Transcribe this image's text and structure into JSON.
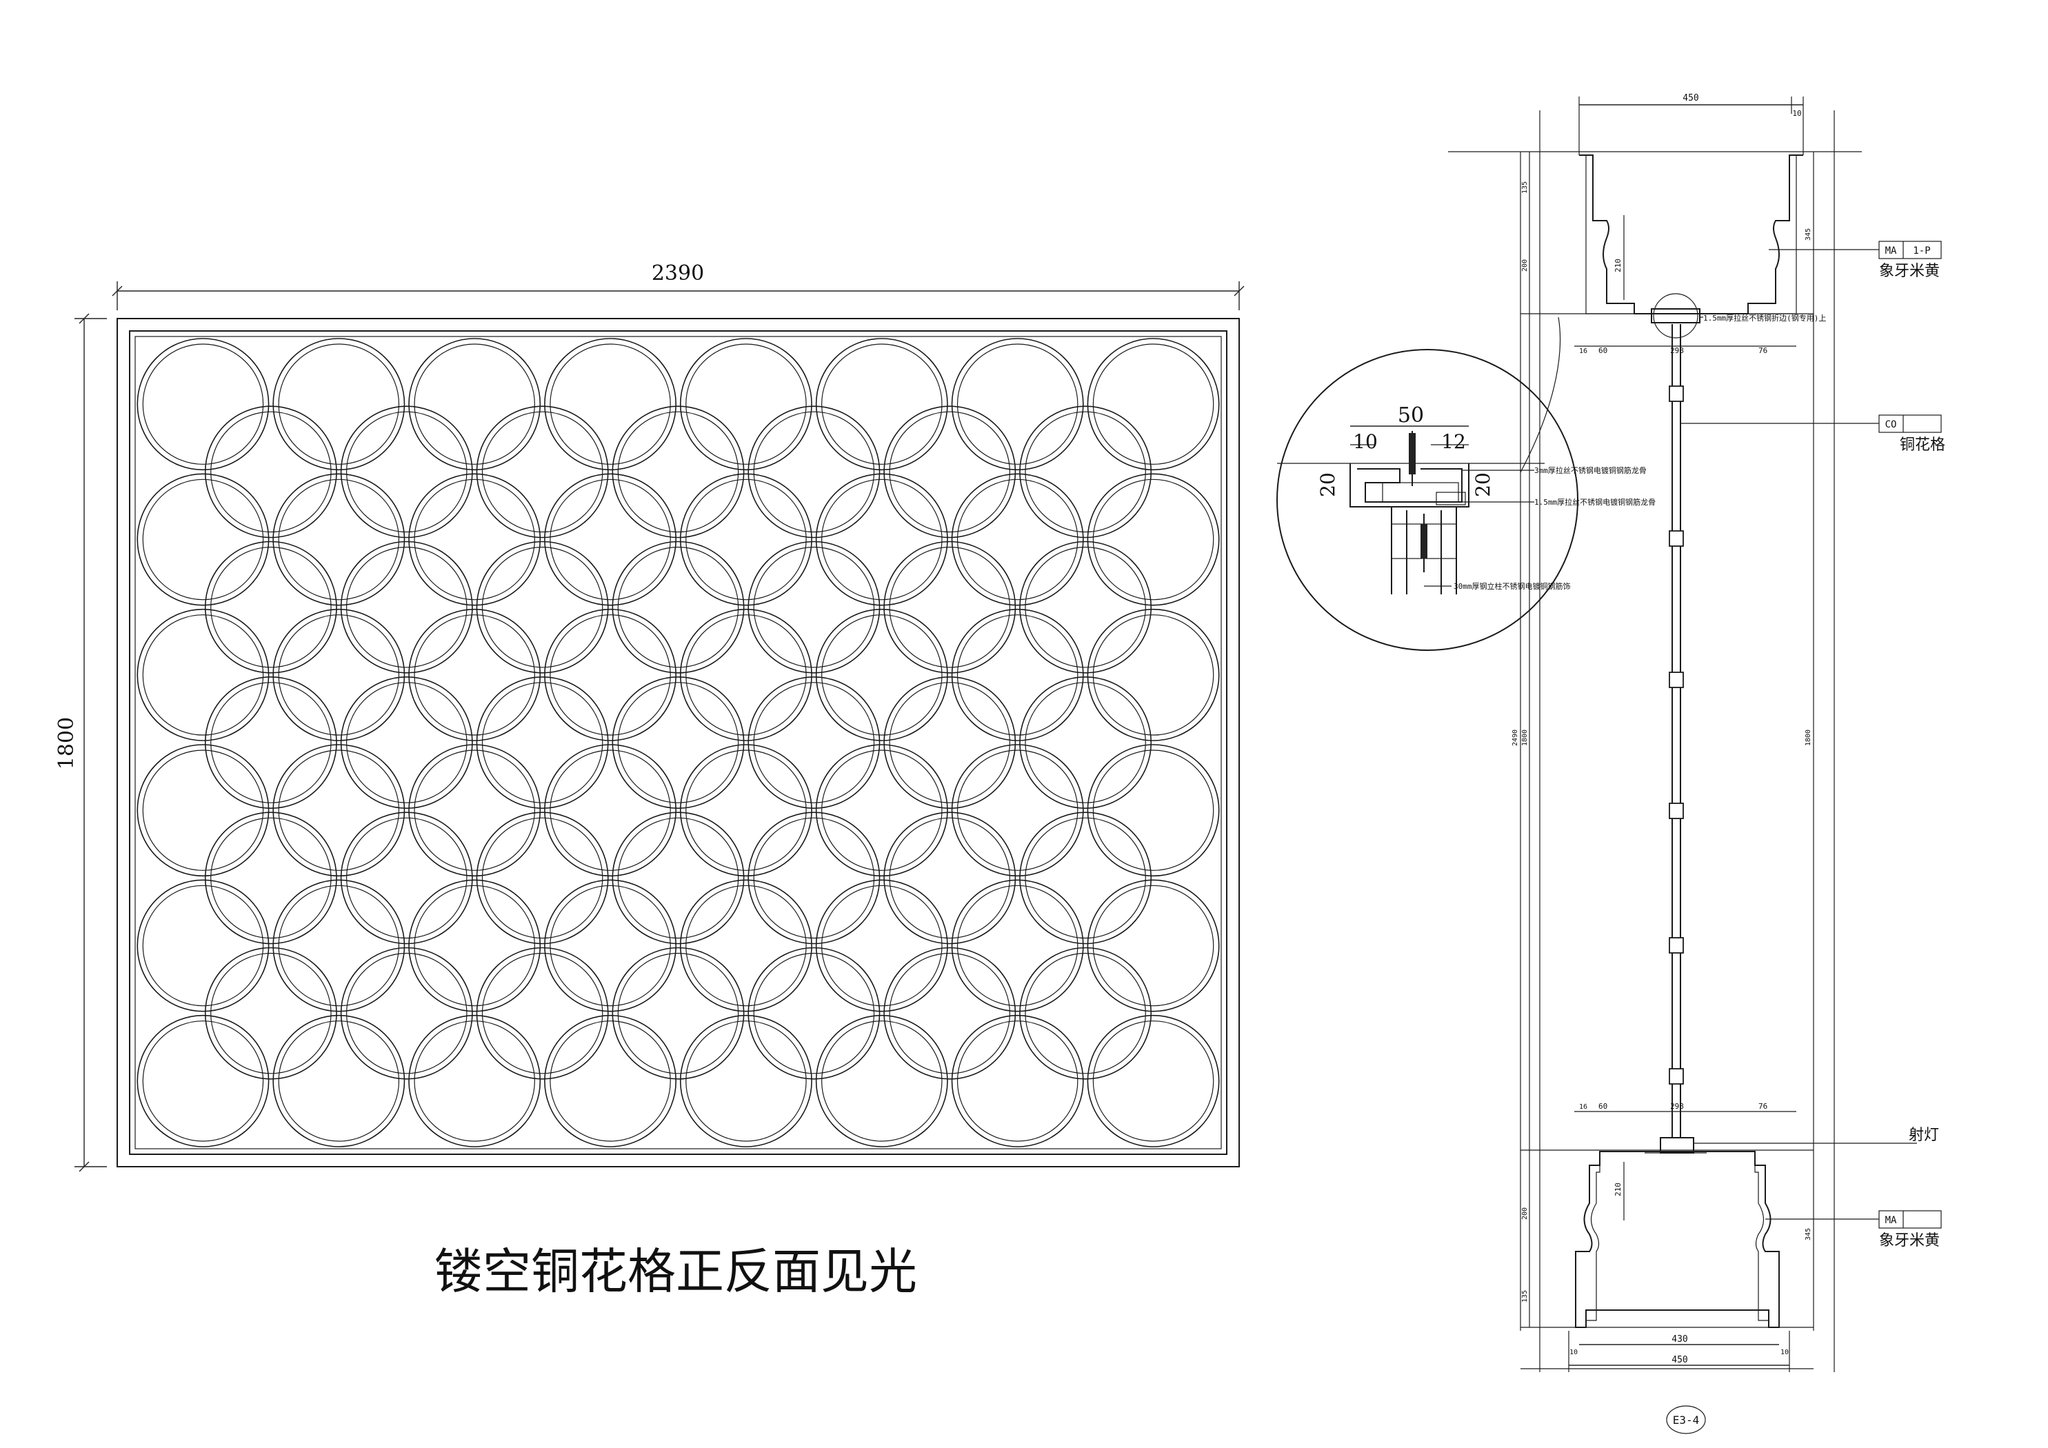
{
  "elevation": {
    "width_label": "2390",
    "height_label": "1800",
    "cols": 8,
    "rows": 6,
    "title": "镂空铜花格正反面见光"
  },
  "section": {
    "top_width": "450",
    "top_right_small": "10",
    "bottom_inner": "430",
    "bottom_outer": "450",
    "bottom_left_small": "10",
    "bottom_right_small": "10",
    "left_dims": [
      "135",
      "200",
      "2490",
      "1800",
      "200",
      "135"
    ],
    "inner_dim_210_top": "210",
    "inner_dim_210_bottom": "210",
    "right_dim_345_top": "345",
    "right_dim_1800": "1800",
    "right_dim_345_bottom": "345",
    "mid_top": {
      "a": "16",
      "b": "60",
      "c": "298",
      "d": "76"
    },
    "mid_bottom": {
      "a": "16",
      "b": "60",
      "c": "298",
      "d": "76"
    },
    "tag_top": {
      "code": "MA",
      "sub": "1-P",
      "desc": "象牙米黄"
    },
    "tag_mid": {
      "code": "CO",
      "desc": "铜花格"
    },
    "tag_bottom": {
      "code": "MA",
      "desc": "象牙米黄"
    },
    "spot_light": "射灯",
    "note_top": "1.5mm厚拉丝不锈钢折边(钢专用)上",
    "drawing_ref": "E3-4"
  },
  "detail": {
    "dim_50": "50",
    "dim_10": "10",
    "dim_12": "12",
    "dim_20_left": "20",
    "dim_20_right": "20",
    "note1": "3mm厚拉丝不锈钢电镀铜钢筋龙骨",
    "note2": "1.5mm厚拉丝不锈钢电镀铜钢筋龙骨",
    "note3": "30mm厚钢立柱不锈钢电镀铜钢筋饰"
  }
}
